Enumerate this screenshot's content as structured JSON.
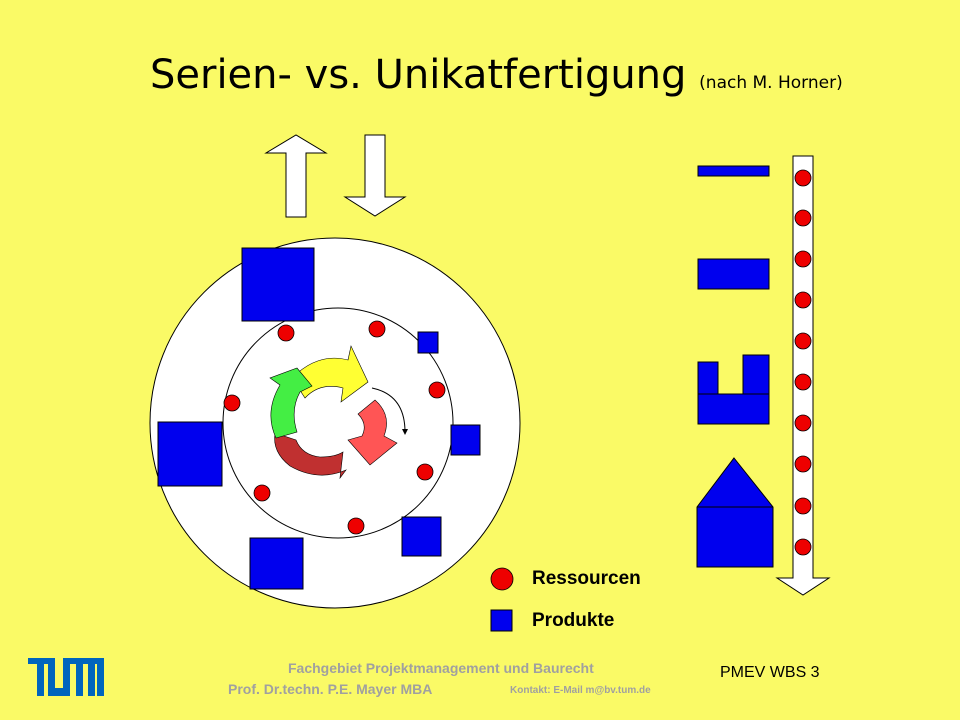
{
  "title": {
    "main": "Serien- vs. Unikatfertigung",
    "subtitle": "(nach M. Horner)"
  },
  "legend": {
    "resources_label": "Ressourcen",
    "products_label": "Produkte"
  },
  "footer": {
    "department": "Fachgebiet Projektmanagement und Baurecht",
    "professor": "Prof. Dr.techn. P.E. Mayer MBA",
    "contact": "Kontakt:  E-Mail m@bv.tum.de",
    "slide_number": "PMEV WBS 3"
  },
  "logo": {
    "icon": "tum-logo",
    "color": "#0065bd"
  },
  "colors": {
    "background": "#fafa66",
    "resource": "#ee0000",
    "product": "#0000ee",
    "cycle_yellow": "#ffff33",
    "cycle_red": "#ff5555",
    "cycle_darkred": "#c03030",
    "cycle_green": "#44ee44"
  }
}
